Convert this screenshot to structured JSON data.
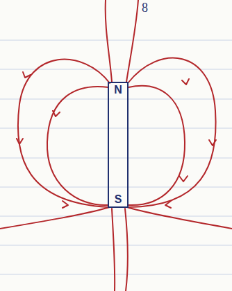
{
  "diagram": {
    "nodes": [
      {
        "text": [
          "N",
          "S"
        ]
      }
    ],
    "labels": [
      "8"
    ]
  }
}
